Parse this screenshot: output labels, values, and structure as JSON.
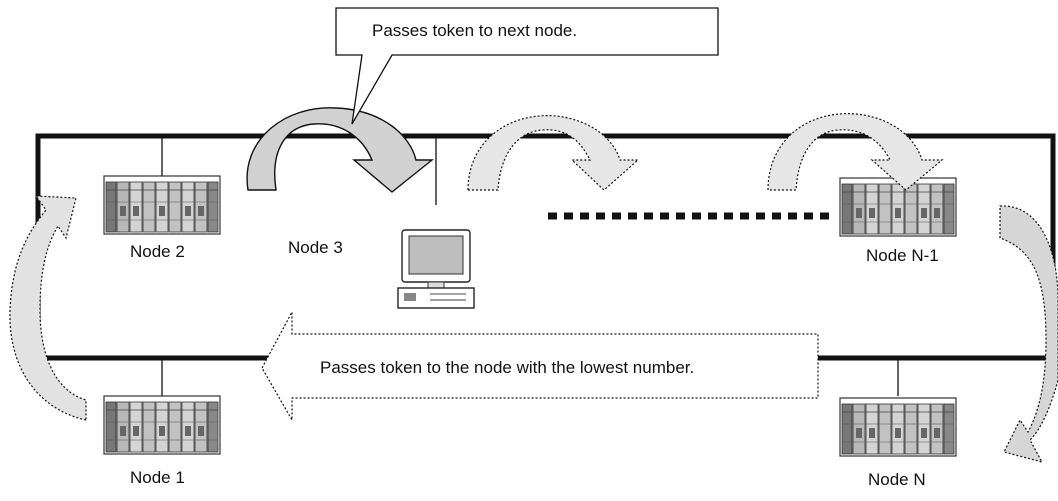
{
  "callouts": {
    "next_node": "Passes token to next node.",
    "lowest_node": "Passes token to the node with the lowest number."
  },
  "nodes": {
    "node1": "Node 1",
    "node2": "Node 2",
    "node3": "Node 3",
    "node_n_minus_1": "Node N-1",
    "node_n": "Node N"
  },
  "icons": {
    "plc": "plc-rack-icon",
    "pc": "computer-icon"
  },
  "colors": {
    "ring": "#111111",
    "arrow_solid_fill": "#d2d2d2",
    "arrow_dotted_fill": "#e6e6e6",
    "plc_module": "#8a8a8a"
  }
}
